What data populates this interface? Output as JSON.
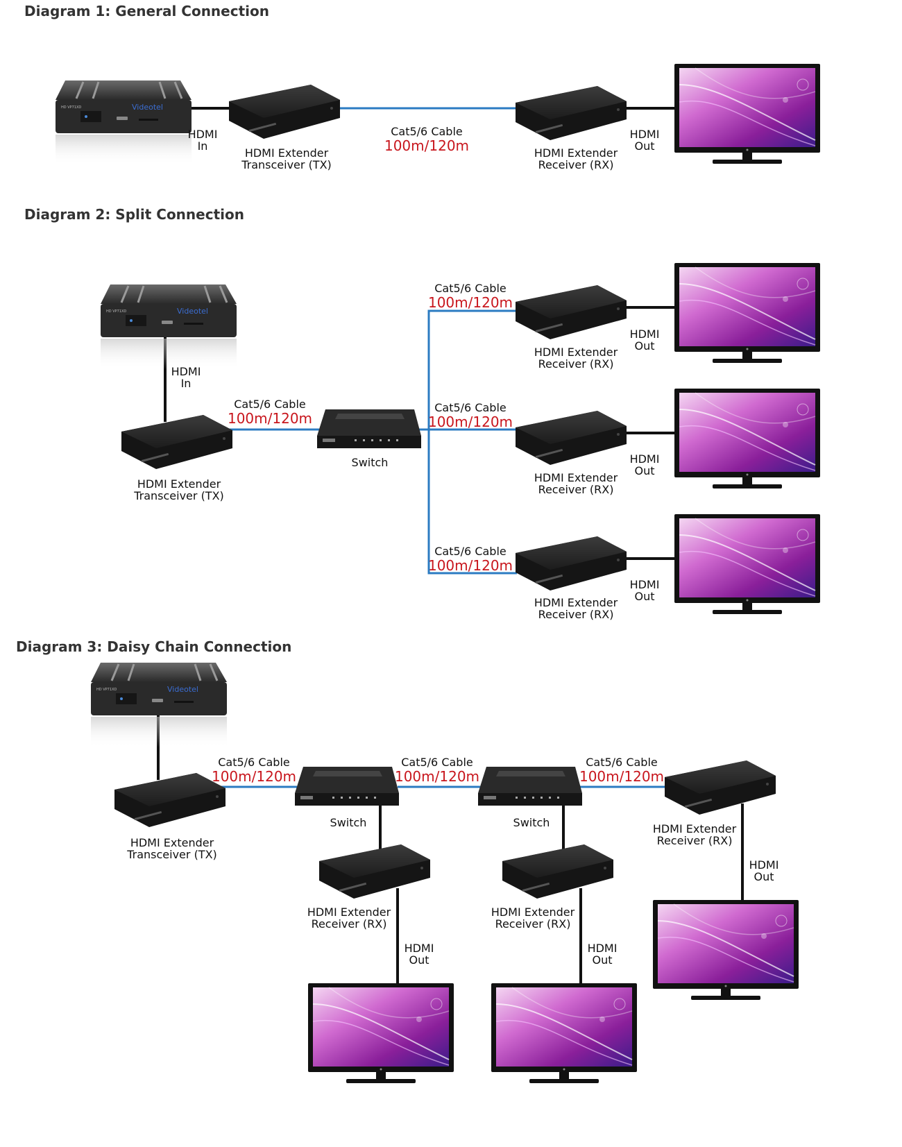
{
  "titles": {
    "d1": "Diagram 1: General Connection",
    "d2": "Diagram 2: Split Connection",
    "d3": "Diagram 3: Daisy Chain Connection"
  },
  "labels": {
    "hdmi": "HDMI",
    "in": "In",
    "out": "Out",
    "ext": "HDMI Extender",
    "tx": "Transceiver (TX)",
    "rx": "Receiver (RX)",
    "cable": "Cat5/6 Cable",
    "dist": "100m/120m",
    "switch": "Switch"
  },
  "source_device": {
    "model": "VP71XD",
    "brand": "Videotel",
    "ports": [
      "Power",
      "USB",
      "SD"
    ]
  },
  "colors": {
    "cat_cable": "#2b7bc2",
    "hdmi_cable": "#111111",
    "distance_text": "#c8161d"
  },
  "icons": [
    "media-player-icon",
    "hdmi-extender-icon",
    "network-switch-icon",
    "television-icon"
  ]
}
